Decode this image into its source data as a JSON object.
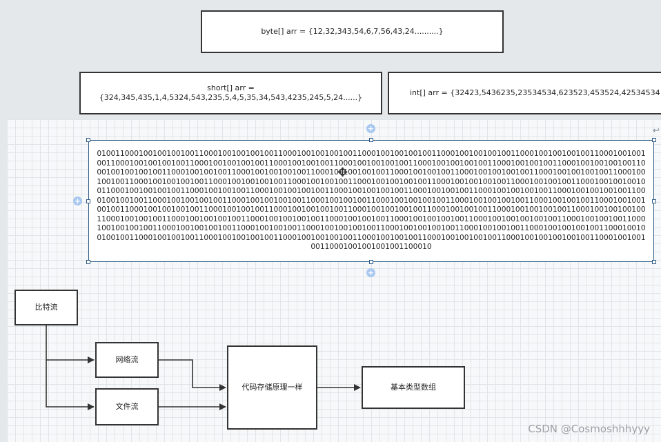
{
  "top_boxes": {
    "byte_arr": "byte[] arr = {12,32,343,54,6,7,56,43,24..........}",
    "short_arr_line1": "short[] arr =",
    "short_arr_line2": "{324,345,435,1,4,5324,543,235,5,4,5,35,34,543,4235,245,5,24......}",
    "int_arr": "int[] arr = {32423,5436235,23534534,623523,453524,42534534"
  },
  "binary_text": "010011000100100100100110001001001001001100010010010010011000100100100100110001001001001001100010010010010011000100100100110001001001001001100010010010010011000100100100110001001001001001100010010010010011000100100100110001001001001001100010010010010011000100100100110001001001001001100010010010010011000100100100110001001001001001100010010010010011000100100100110001001001001001100010010010010011000100100100110001001001001001100010010010010011000100100100110001001001001001100010010010010011000100100100110001001001001001100010010010010011000100100100110001001001001001100010010010010011000100100100110001001001001001100010010010010011000100100100110001001001001001100010010010010011000100100100110001001001001001100010010010010011000100100100110001001001001001100010010010010011000100100100110001001001001001100010010010010011000100100100110001001001001001100010010010010011000100100100110001001001001001100010010010010010011000100100100110001001001001001100010010010010011000100100100110001001001001001100010010010010011000100100100110001001001001001100010010010010011000100100100110001001001001001100010010010010011000100100100110001001001001001100010010010010010011000100100100110001001001001001100010",
  "flow": {
    "bitstream": "比特流",
    "network_stream": "网络流",
    "file_stream": "文件流",
    "code_storage": "代码存储原理一样",
    "basic_arrays": "基本类型数组"
  },
  "watermark": "CSDN @Cosmoshhhyyy",
  "colors": {
    "selection_border": "#2d5b85",
    "add_handle": "#a8c8f0",
    "box_border": "#333333"
  },
  "icons": {
    "move_cursor": "move-icon",
    "add_handle": "plus-circle-icon"
  }
}
